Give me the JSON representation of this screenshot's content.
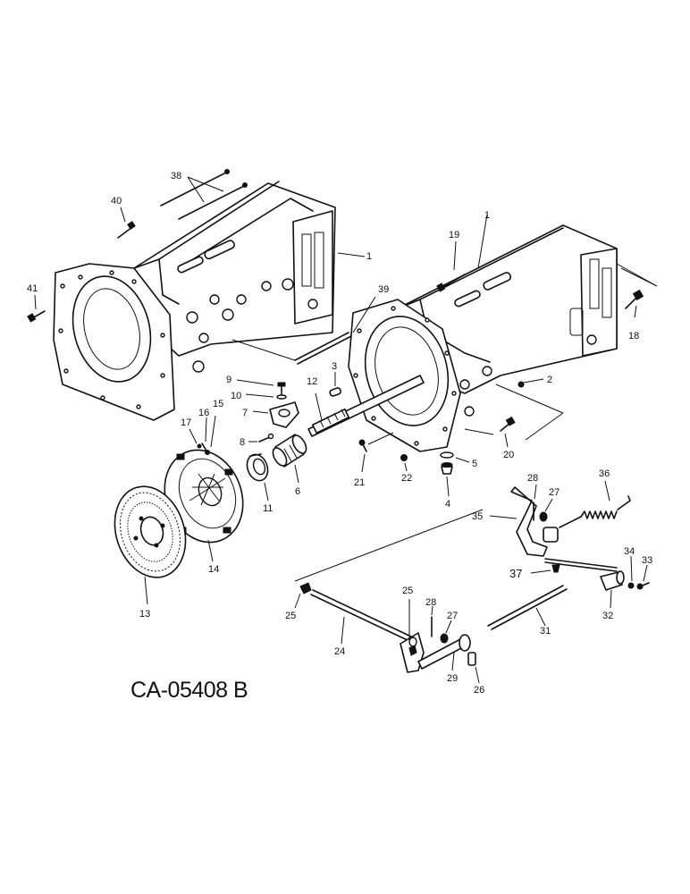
{
  "drawing": {
    "code": "CA-05408 B",
    "callouts": [
      {
        "id": "c1a",
        "text": "1"
      },
      {
        "id": "c1b",
        "text": "1"
      },
      {
        "id": "c2",
        "text": "2"
      },
      {
        "id": "c3",
        "text": "3"
      },
      {
        "id": "c4",
        "text": "4"
      },
      {
        "id": "c5",
        "text": "5"
      },
      {
        "id": "c6",
        "text": "6"
      },
      {
        "id": "c7",
        "text": "7"
      },
      {
        "id": "c8",
        "text": "8"
      },
      {
        "id": "c9",
        "text": "9"
      },
      {
        "id": "c10",
        "text": "10"
      },
      {
        "id": "c11",
        "text": "11"
      },
      {
        "id": "c12",
        "text": "12"
      },
      {
        "id": "c13",
        "text": "13"
      },
      {
        "id": "c14",
        "text": "14"
      },
      {
        "id": "c15",
        "text": "15"
      },
      {
        "id": "c16",
        "text": "16"
      },
      {
        "id": "c17",
        "text": "17"
      },
      {
        "id": "c18",
        "text": "18"
      },
      {
        "id": "c19",
        "text": "19"
      },
      {
        "id": "c20",
        "text": "20"
      },
      {
        "id": "c21",
        "text": "21"
      },
      {
        "id": "c22",
        "text": "22"
      },
      {
        "id": "c24",
        "text": "24"
      },
      {
        "id": "c25a",
        "text": "25"
      },
      {
        "id": "c25b",
        "text": "25"
      },
      {
        "id": "c26",
        "text": "26"
      },
      {
        "id": "c27a",
        "text": "27"
      },
      {
        "id": "c27b",
        "text": "27"
      },
      {
        "id": "c28a",
        "text": "28"
      },
      {
        "id": "c28b",
        "text": "28"
      },
      {
        "id": "c29",
        "text": "29"
      },
      {
        "id": "c31",
        "text": "31"
      },
      {
        "id": "c32",
        "text": "32"
      },
      {
        "id": "c33",
        "text": "33"
      },
      {
        "id": "c34",
        "text": "34"
      },
      {
        "id": "c35",
        "text": "35"
      },
      {
        "id": "c36",
        "text": "36"
      },
      {
        "id": "c37",
        "text": "37"
      },
      {
        "id": "c38",
        "text": "38"
      },
      {
        "id": "c39",
        "text": "39"
      },
      {
        "id": "c40",
        "text": "40"
      },
      {
        "id": "c41",
        "text": "41"
      }
    ]
  }
}
